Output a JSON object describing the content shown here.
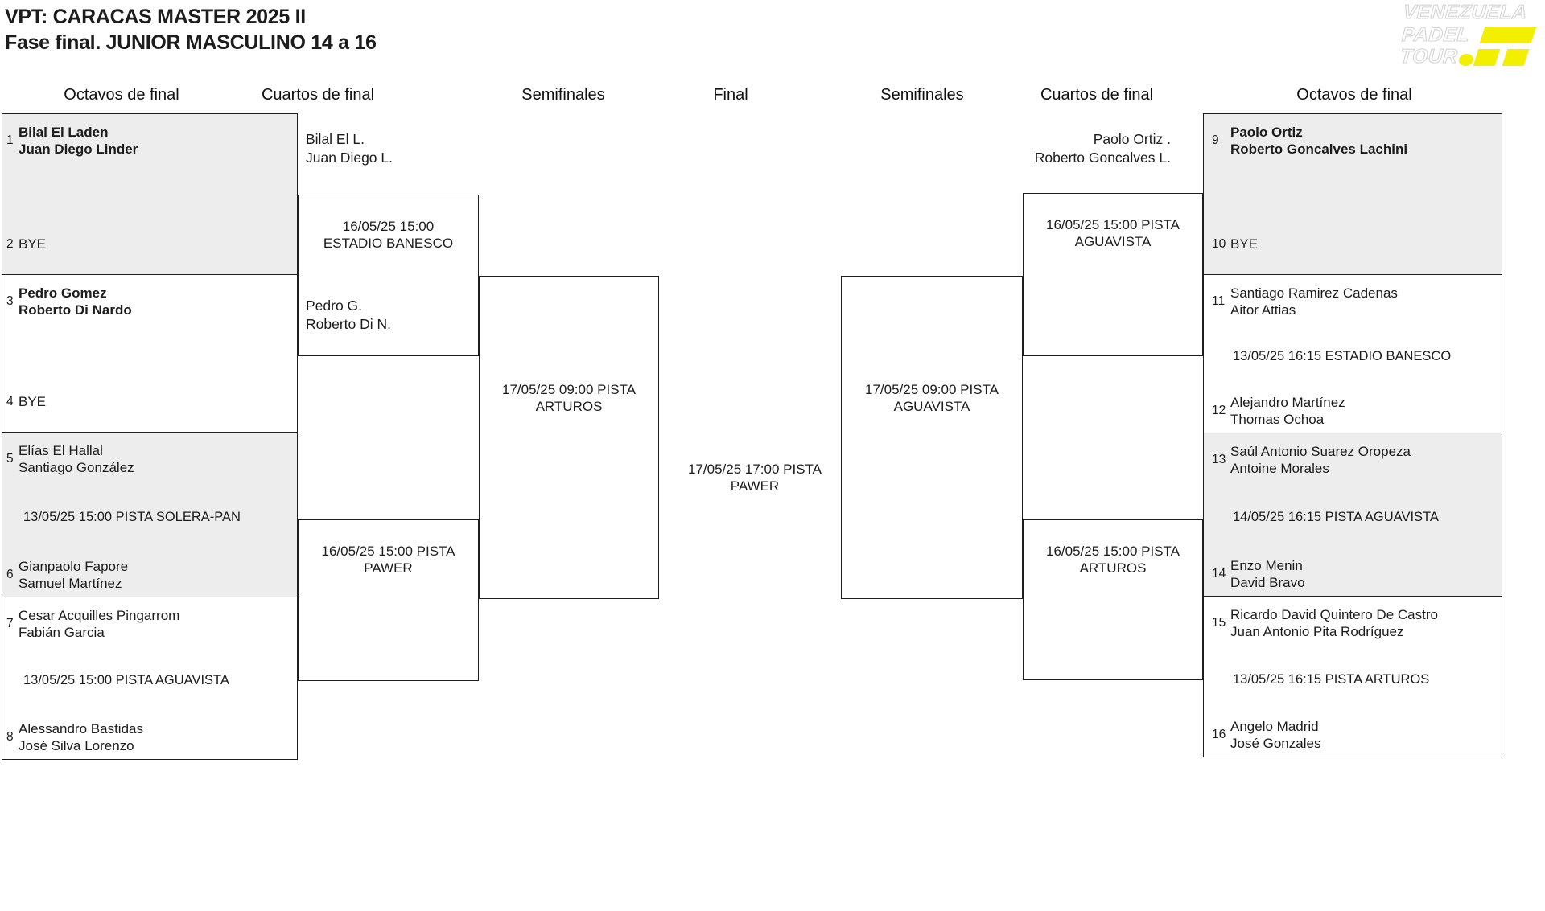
{
  "title": {
    "line1": "VPT: CARACAS MASTER 2025 II",
    "line2": "Fase final. JUNIOR MASCULINO 14 a 16"
  },
  "logo": {
    "word1": "VENEZUELA",
    "word2": "PADEL",
    "word3": "TOUR",
    "accent_yellow": "#F3EF00",
    "text_color": "#FFFFFF"
  },
  "round_headers": {
    "h1": "Octavos de final",
    "h2": "Cuartos de final",
    "h3": "Semifinales",
    "h4": "Final",
    "h5": "Semifinales",
    "h6": "Cuartos de final",
    "h7": "Octavos de final"
  },
  "octavos_left": {
    "m1": {
      "seed1": "1",
      "t1a": "Bilal El Laden",
      "t1b": "Juan Diego Linder",
      "schedule": "",
      "seed2": "2",
      "t2a": "BYE",
      "t2b": ""
    },
    "m2": {
      "seed1": "3",
      "t1a": "Pedro Gomez",
      "t1b": "Roberto Di Nardo",
      "schedule": "",
      "seed2": "4",
      "t2a": "BYE",
      "t2b": ""
    },
    "m3": {
      "seed1": "5",
      "t1a": "Elías El Hallal",
      "t1b": "Santiago González",
      "schedule": "13/05/25 15:00 PISTA SOLERA-PAN",
      "seed2": "6",
      "t2a": "Gianpaolo Fapore",
      "t2b": "Samuel Martínez"
    },
    "m4": {
      "seed1": "7",
      "t1a": "Cesar Acquilles Pingarrom",
      "t1b": "Fabián Garcia",
      "schedule": "13/05/25 15:00 PISTA AGUAVISTA",
      "seed2": "8",
      "t2a": "Alessandro Bastidas",
      "t2b": "José Silva Lorenzo"
    }
  },
  "octavos_right": {
    "m1": {
      "seed1": "9",
      "t1a": "Paolo Ortiz",
      "t1b": "Roberto Goncalves Lachini",
      "schedule": "",
      "seed2": "10",
      "t2a": "BYE",
      "t2b": ""
    },
    "m2": {
      "seed1": "11",
      "t1a": "Santiago Ramirez Cadenas",
      "t1b": "Aitor Attias",
      "schedule": "13/05/25 16:15 ESTADIO BANESCO",
      "seed2": "12",
      "t2a": "Alejandro Martínez",
      "t2b": "Thomas Ochoa"
    },
    "m3": {
      "seed1": "13",
      "t1a": "Saúl Antonio Suarez Oropeza",
      "t1b": "Antoine Morales",
      "schedule": "14/05/25 16:15 PISTA AGUAVISTA",
      "seed2": "14",
      "t2a": "Enzo Menin",
      "t2b": "David Bravo"
    },
    "m4": {
      "seed1": "15",
      "t1a": "Ricardo David Quintero De Castro",
      "t1b": "Juan Antonio Pita Rodríguez",
      "schedule": "13/05/25 16:15 PISTA ARTUROS",
      "seed2": "16",
      "t2a": "Angelo Madrid",
      "t2b": "José Gonzales"
    }
  },
  "cuartos_left": {
    "m1": {
      "w1a": "Bilal El L.",
      "w1b": "Juan Diego L.",
      "sched1": "16/05/25 15:00",
      "sched2": "ESTADIO BANESCO",
      "w2a": "Pedro G.",
      "w2b": "Roberto Di N."
    },
    "m2": {
      "sched1": "16/05/25 15:00 PISTA",
      "sched2": "PAWER"
    }
  },
  "cuartos_right": {
    "m1": {
      "w1a": "Paolo Ortiz .",
      "w1b": "Roberto Goncalves L.",
      "sched1": "16/05/25 15:00 PISTA",
      "sched2": "AGUAVISTA"
    },
    "m2": {
      "sched1": "16/05/25 15:00 PISTA",
      "sched2": "ARTUROS"
    }
  },
  "semifinal_left": {
    "sched1": "17/05/25 09:00 PISTA",
    "sched2": "ARTUROS"
  },
  "semifinal_right": {
    "sched1": "17/05/25 09:00 PISTA",
    "sched2": "AGUAVISTA"
  },
  "final": {
    "sched1": "17/05/25 17:00 PISTA",
    "sched2": "PAWER"
  }
}
